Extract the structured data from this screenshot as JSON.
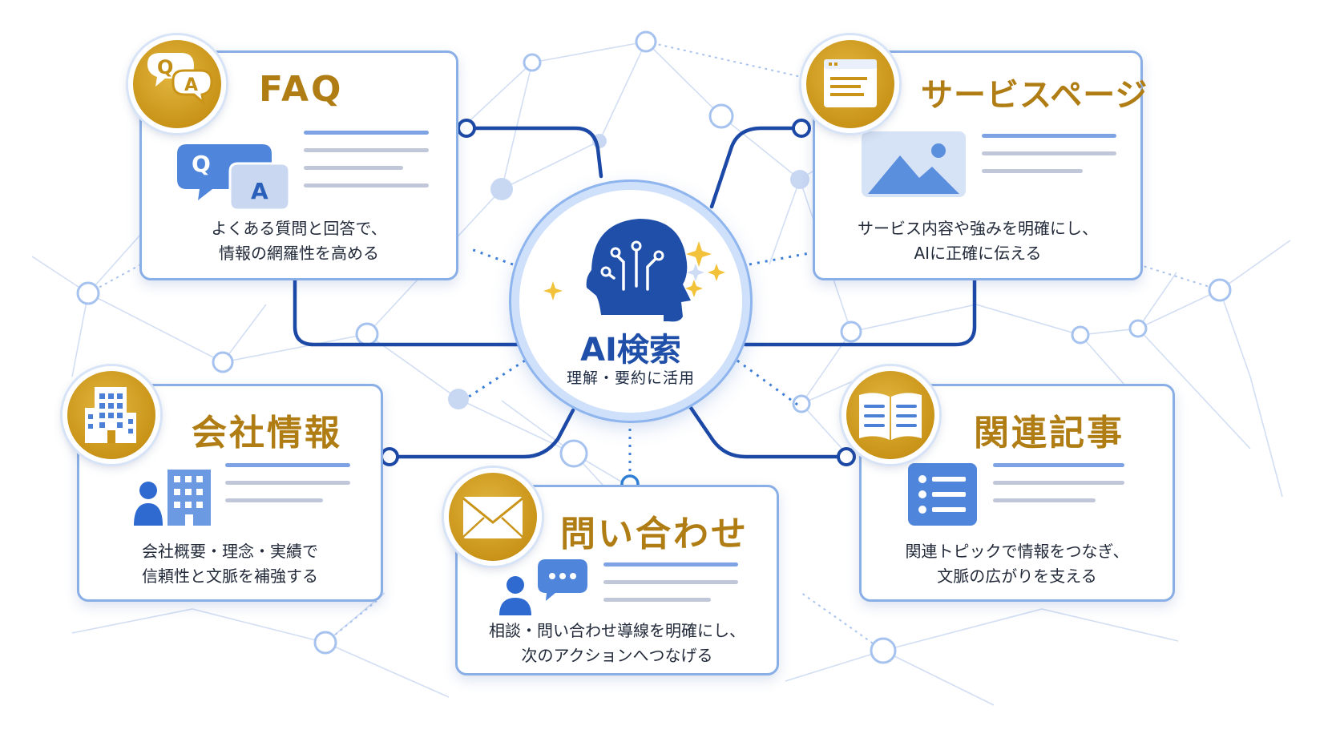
{
  "hub": {
    "title": "AI検索",
    "subtitle": "理解・要約に活用",
    "icon": "brain-circuit-head-icon"
  },
  "nodes": {
    "faq": {
      "title": "FAQ",
      "badge_icon": "qa-bubbles-icon",
      "illustration": "qa-chat-icon",
      "description": [
        "よくある質問と回答で、",
        "情報の網羅性を高める"
      ],
      "illustration_text": [
        "Q",
        "A"
      ]
    },
    "service": {
      "title": "サービスページ",
      "badge_icon": "web-page-icon",
      "illustration": "image-placeholder-icon",
      "description": [
        "サービス内容や強みを明確にし、",
        "AIに正確に伝える"
      ]
    },
    "company": {
      "title": "会社情報",
      "badge_icon": "office-building-icon",
      "illustration": "person-building-icon",
      "description": [
        "会社概要・理念・実績で",
        "信頼性と文脈を補強する"
      ]
    },
    "contact": {
      "title": "問い合わせ",
      "badge_icon": "envelope-icon",
      "illustration": "person-chat-icon",
      "description": [
        "相談・問い合わせ導線を明確にし、",
        "次のアクションへつなげる"
      ]
    },
    "articles": {
      "title": "関連記事",
      "badge_icon": "open-book-icon",
      "illustration": "list-document-icon",
      "description": [
        "関連トピックで情報をつなぎ、",
        "文脈の広がりを支える"
      ]
    }
  },
  "colors": {
    "gold": "#c99418",
    "title_gold": "#b07d14",
    "blue": "#1f4fa8",
    "connector": "#1c48a6",
    "card_border": "#8aaee6"
  }
}
